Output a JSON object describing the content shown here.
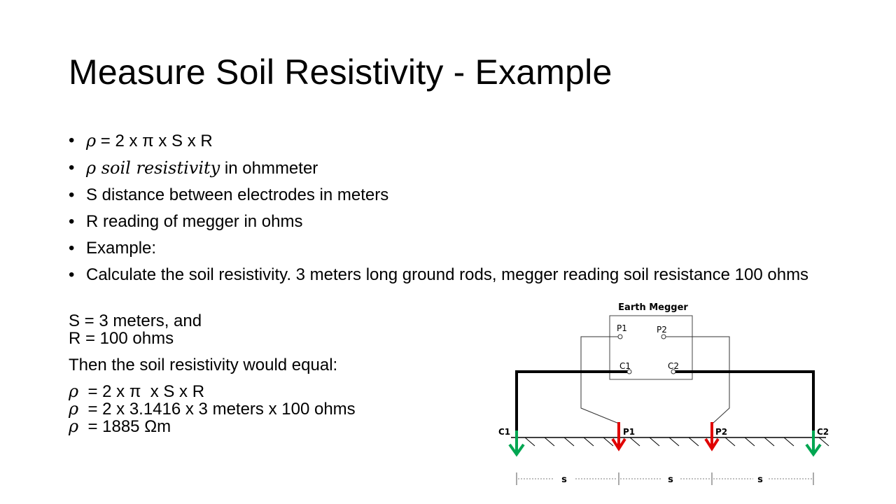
{
  "slide": {
    "title": "Measure Soil Resistivity - Example",
    "bullets": [
      {
        "math": "ρ",
        "text": " = 2 x π  x S x R"
      },
      {
        "math": "ρ soil resistivity",
        "text": " in ohmmeter"
      },
      {
        "math": "",
        "text": "S distance between electrodes in meters"
      },
      {
        "math": "",
        "text": "R reading of megger in ohms"
      },
      {
        "math": "",
        "text": "Example:"
      },
      {
        "math": "",
        "text": " Calculate the soil resistivity. 3 meters long ground rods, megger reading soil resistance 100 ohms"
      }
    ],
    "given": {
      "line1": "S = 3 meters, and",
      "line2": "R = 100 ohms"
    },
    "then": "Then the soil resistivity would equal:",
    "calc": [
      {
        "sym": "ρ",
        "text": "  = 2 x π  x S x R"
      },
      {
        "sym": "ρ",
        "text": "  = 2 x 3.1416 x 3 meters x 100 ohms"
      },
      {
        "sym": "ρ",
        "text": "  = 1885 Ωm"
      }
    ]
  },
  "diagram": {
    "title": "Earth Megger",
    "terminal_labels": [
      "P1",
      "P2",
      "C1",
      "C2"
    ],
    "ground_labels": [
      "C1",
      "P1",
      "P2",
      "C2"
    ],
    "spacing_labels": [
      "s",
      "s",
      "s"
    ],
    "colors": {
      "current": "#00a651",
      "potential": "#e00000",
      "wire": "#000000"
    }
  }
}
